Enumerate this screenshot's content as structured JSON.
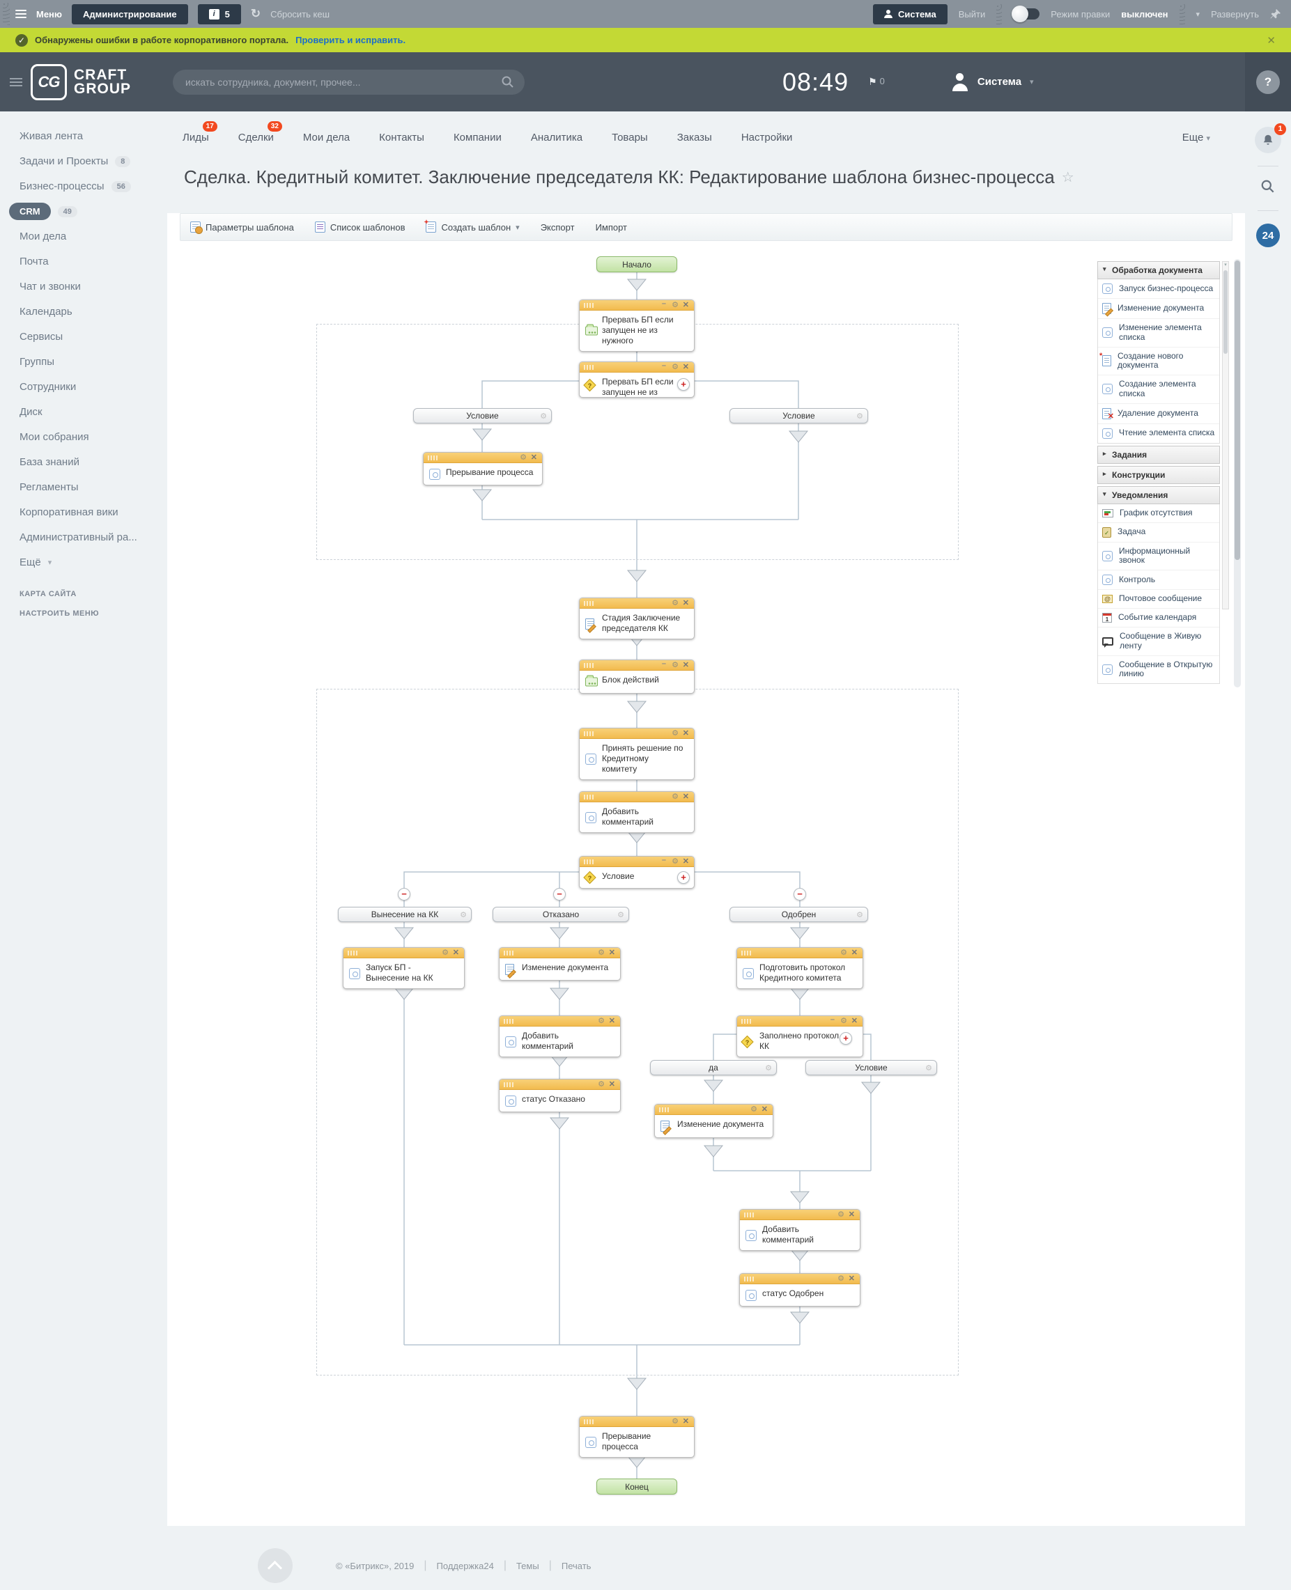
{
  "glyphs": {
    "gear": "⚙",
    "close": "✕",
    "minimize": "–",
    "plus": "+",
    "minus": "−",
    "caret": "▾",
    "star": "☆",
    "question": "?",
    "at": "@",
    "check": "✓",
    "flag": "⚑",
    "refresh": "↻",
    "section_open": "▾",
    "section_closed": "▸",
    "one": "1",
    "help": "?",
    "info": "i"
  },
  "topbar": {
    "menu": "Меню",
    "admin": "Администрирование",
    "counter": "5",
    "clear_cache": "Сбросить кеш",
    "system": "Система",
    "logout": "Выйти",
    "edit_mode_label": "Режим правки",
    "edit_mode_state": "выключен",
    "expand": "Развернуть"
  },
  "alert": {
    "message": "Обнаружены ошибки в работе корпоративного портала.",
    "action": "Проверить и исправить."
  },
  "header": {
    "logo_initials": "CG",
    "logo_top": "CRAFT",
    "logo_bottom": "GROUP",
    "search_placeholder": "искать сотрудника, документ, прочее...",
    "time": "08:49",
    "flag_count": "0",
    "user_name": "Система"
  },
  "nav": {
    "tabs0": "Лиды",
    "badge0": "17",
    "tabs1": "Сделки",
    "badge1": "32",
    "tabs2": "Мои дела",
    "tabs3": "Контакты",
    "tabs4": "Компании",
    "tabs5": "Аналитика",
    "tabs6": "Товары",
    "tabs7": "Заказы",
    "tabs8": "Настройки",
    "more": "Еще"
  },
  "rail": {
    "bell_badge": "1",
    "b24": "24"
  },
  "sidebar": {
    "items": [
      {
        "label": "Живая лента"
      },
      {
        "label": "Задачи и Проекты",
        "badge": "8"
      },
      {
        "label": "Бизнес-процессы",
        "badge": "56"
      },
      {
        "label": "CRM",
        "badge": "49"
      },
      {
        "label": "Мои дела"
      },
      {
        "label": "Почта"
      },
      {
        "label": "Чат и звонки"
      },
      {
        "label": "Календарь"
      },
      {
        "label": "Сервисы"
      },
      {
        "label": "Группы"
      },
      {
        "label": "Сотрудники"
      },
      {
        "label": "Диск"
      },
      {
        "label": "Мои собрания"
      },
      {
        "label": "База знаний"
      },
      {
        "label": "Регламенты"
      },
      {
        "label": "Корпоративная вики"
      },
      {
        "label": "Административный ра..."
      },
      {
        "label": "Ещё"
      }
    ],
    "links": [
      "КАРТА САЙТА",
      "НАСТРОИТЬ МЕНЮ"
    ]
  },
  "page": {
    "title": "Сделка. Кредитный комитет. Заключение председателя КК: Редактирование шаблона бизнес-процесса"
  },
  "toolbar": {
    "params": "Параметры шаблона",
    "list": "Список шаблонов",
    "create": "Создать шаблон",
    "export": "Экспорт",
    "import": "Импорт"
  },
  "palette": {
    "sections": [
      {
        "title": "Обработка документа",
        "items": [
          {
            "label": "Запуск бизнес-процесса",
            "icon": "list-element-icon"
          },
          {
            "label": "Изменение документа",
            "icon": "document-edit-icon"
          },
          {
            "label": "Изменение элемента списка",
            "icon": "list-element-icon"
          },
          {
            "label": "Создание нового документа",
            "icon": "document-new-icon"
          },
          {
            "label": "Создание элемента списка",
            "icon": "list-element-icon"
          },
          {
            "label": "Удаление документа",
            "icon": "document-delete-icon"
          },
          {
            "label": "Чтение элемента списка",
            "icon": "list-element-icon"
          }
        ]
      },
      {
        "title": "Задания"
      },
      {
        "title": "Конструкции"
      },
      {
        "title": "Уведомления",
        "items": [
          {
            "label": "График отсутствия",
            "icon": "absence-chart-icon"
          },
          {
            "label": "Задача",
            "icon": "task-clipboard-icon"
          },
          {
            "label": "Информационный звонок",
            "icon": "list-element-icon"
          },
          {
            "label": "Контроль",
            "icon": "list-element-icon"
          },
          {
            "label": "Почтовое сообщение",
            "icon": "mail-icon"
          },
          {
            "label": "Событие календаря",
            "icon": "calendar-icon"
          },
          {
            "label": "Сообщение в Живую ленту",
            "icon": "chat-bubble-icon"
          },
          {
            "label": "Сообщение в Открытую линию",
            "icon": "list-element-icon"
          }
        ]
      }
    ]
  },
  "diagram": {
    "start": "Начало",
    "end": "Конец",
    "nodes": [
      {
        "label": "Прервать БП если запущен не из нужного"
      },
      {
        "label": "Прервать БП если запущен не из нужного направления"
      },
      {
        "label": "Условие"
      },
      {
        "label": "Условие"
      },
      {
        "label": "Прерывание процесса"
      },
      {
        "label": "Стадия Заключение председателя КК"
      },
      {
        "label": "Блок действий"
      },
      {
        "label": "Принять решение по Кредитному комитету"
      },
      {
        "label": "Добавить комментарий"
      },
      {
        "label": "Условие"
      },
      {
        "label": "Вынесение на КК"
      },
      {
        "label": "Отказано"
      },
      {
        "label": "Одобрен"
      },
      {
        "label": "Запуск БП - Вынесение на КК"
      },
      {
        "label": "Изменение документа"
      },
      {
        "label": "Подготовить протокол Кредитного комитета"
      },
      {
        "label": "Добавить комментарий"
      },
      {
        "label": "Заполнено протокол КК"
      },
      {
        "label": "да"
      },
      {
        "label": "Условие"
      },
      {
        "label": "статус Отказано"
      },
      {
        "label": "Изменение документа"
      },
      {
        "label": "Добавить комментарий"
      },
      {
        "label": "статус Одобрен"
      },
      {
        "label": "Прерывание процесса"
      }
    ]
  },
  "footer": {
    "copyright": "© «Битрикс», 2019",
    "support": "Поддержка24",
    "themes": "Темы",
    "print": "Печать"
  }
}
